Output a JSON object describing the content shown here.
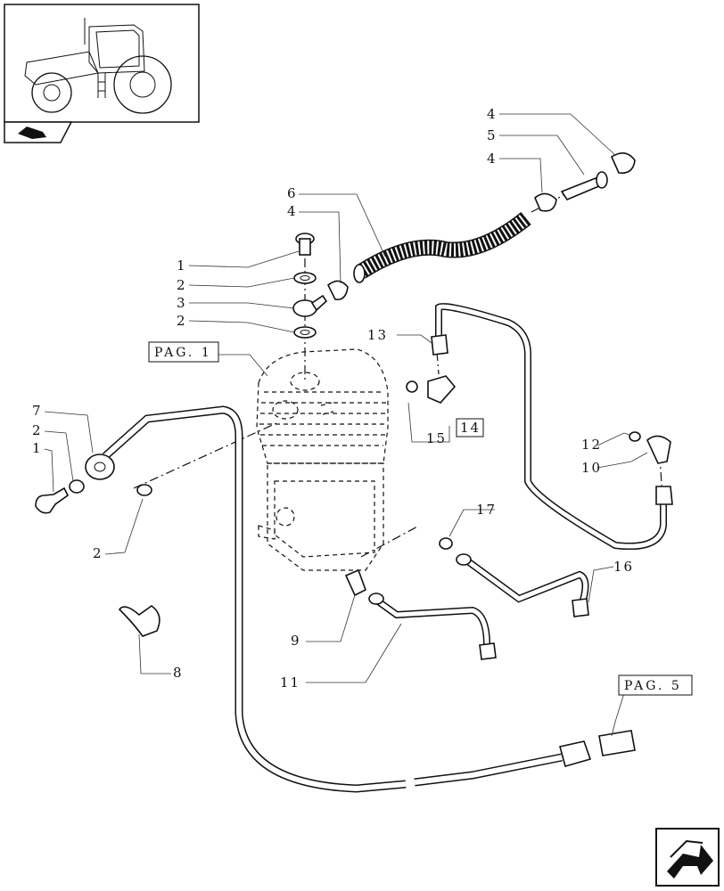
{
  "page_refs": {
    "ref_a": "PAG. 1",
    "ref_b": "PAG. 5"
  },
  "callouts": {
    "c1a": "1",
    "c2a": "2",
    "c3": "3",
    "c2b": "2",
    "c4a": "4",
    "c6": "6",
    "c4b": "4",
    "c5": "5",
    "c4c": "4",
    "c13": "13",
    "c14": "14",
    "c15": "15",
    "c12": "12",
    "c10": "10",
    "c7": "7",
    "c2c": "2",
    "c1b": "1",
    "c2d": "2",
    "c17": "17",
    "c16": "16",
    "c9": "9",
    "c11": "11",
    "c8": "8"
  },
  "icons": {
    "thumbnail": "tractor-thumbnail",
    "section": "section-marker-icon",
    "next": "next-page-arrow-icon"
  }
}
